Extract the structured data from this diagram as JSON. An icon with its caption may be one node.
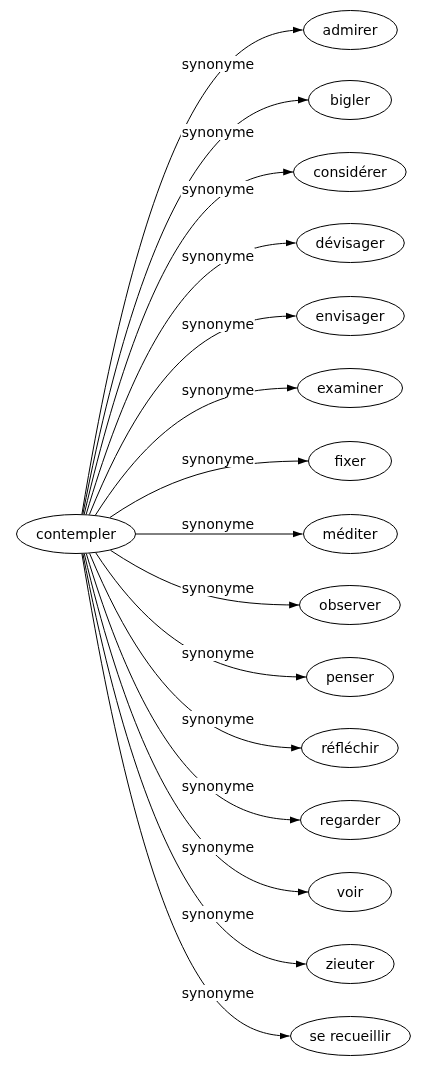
{
  "diagram": {
    "nodes": [
      {
        "text": [
          "contempler"
        ]
      },
      {
        "text": [
          "admirer"
        ]
      },
      {
        "text": [
          "bigler"
        ]
      },
      {
        "text": [
          "considérer"
        ]
      },
      {
        "text": [
          "dévisager"
        ]
      },
      {
        "text": [
          "envisager"
        ]
      },
      {
        "text": [
          "examiner"
        ]
      },
      {
        "text": [
          "fixer"
        ]
      },
      {
        "text": [
          "méditer"
        ]
      },
      {
        "text": [
          "observer"
        ]
      },
      {
        "text": [
          "penser"
        ]
      },
      {
        "text": [
          "réfléchir"
        ]
      },
      {
        "text": [
          "regarder"
        ]
      },
      {
        "text": [
          "voir"
        ]
      },
      {
        "text": [
          "zieuter"
        ]
      },
      {
        "text": [
          "se recueillir"
        ]
      }
    ],
    "edges": [
      {
        "from": 0,
        "to": 1,
        "arrow": "to",
        "label": "synonyme"
      },
      {
        "from": 0,
        "to": 2,
        "arrow": "to",
        "label": "synonyme"
      },
      {
        "from": 0,
        "to": 3,
        "arrow": "to",
        "label": "synonyme"
      },
      {
        "from": 0,
        "to": 4,
        "arrow": "to",
        "label": "synonyme"
      },
      {
        "from": 0,
        "to": 5,
        "arrow": "to",
        "label": "synonyme"
      },
      {
        "from": 0,
        "to": 6,
        "arrow": "to",
        "label": "synonyme"
      },
      {
        "from": 0,
        "to": 7,
        "arrow": "to",
        "label": "synonyme"
      },
      {
        "from": 0,
        "to": 8,
        "arrow": "to",
        "label": "synonyme"
      },
      {
        "from": 0,
        "to": 9,
        "arrow": "to",
        "label": "synonyme"
      },
      {
        "from": 0,
        "to": 10,
        "arrow": "to",
        "label": "synonyme"
      },
      {
        "from": 0,
        "to": 11,
        "arrow": "to",
        "label": "synonyme"
      },
      {
        "from": 0,
        "to": 12,
        "arrow": "to",
        "label": "synonyme"
      },
      {
        "from": 0,
        "to": 13,
        "arrow": "to",
        "label": "synonyme"
      },
      {
        "from": 0,
        "to": 14,
        "arrow": "to",
        "label": "synonyme"
      },
      {
        "from": 0,
        "to": 15,
        "arrow": "to",
        "label": "synonyme"
      }
    ]
  }
}
